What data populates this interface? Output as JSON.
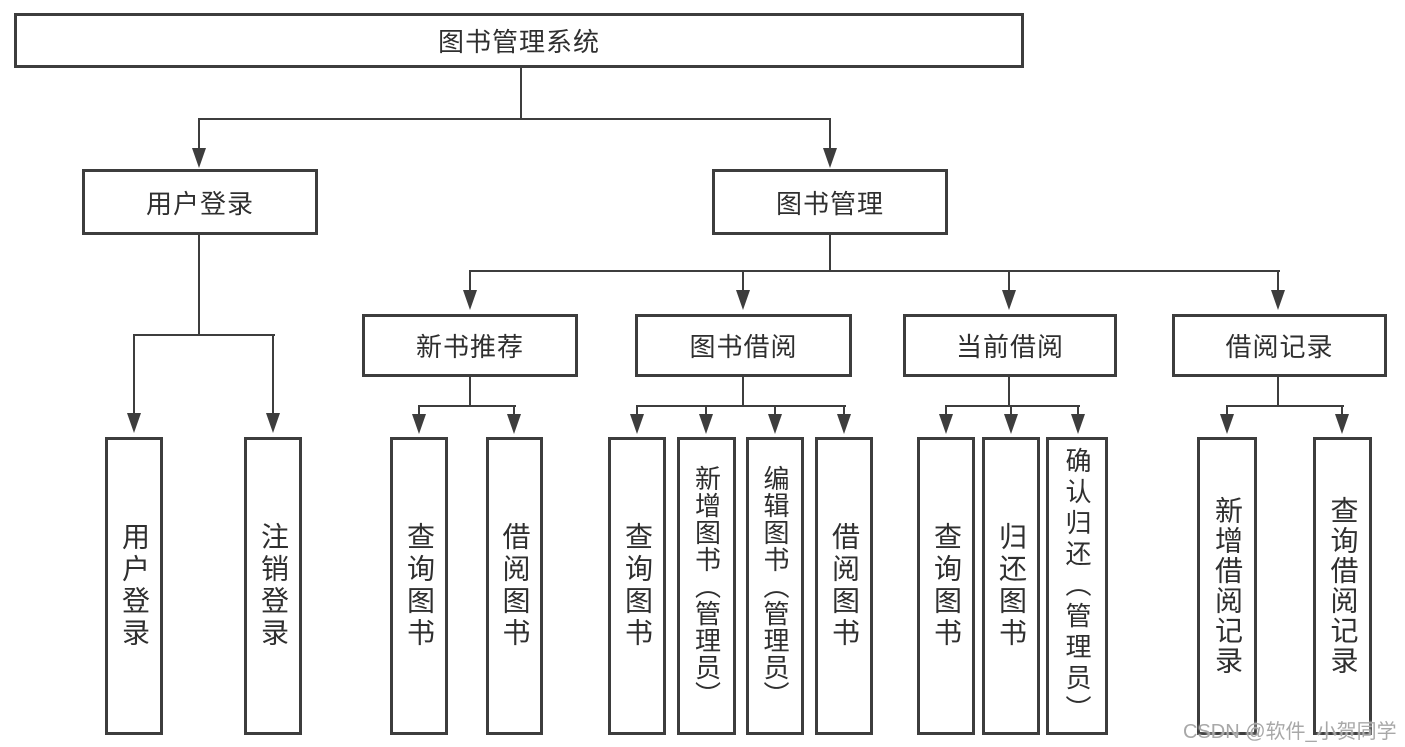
{
  "diagram_title": "图书管理系统",
  "nodes": {
    "root": "图书管理系统",
    "level2": {
      "login": "用户登录",
      "management": "图书管理"
    },
    "level3": {
      "recommend": "新书推荐",
      "borrow": "图书借阅",
      "current": "当前借阅",
      "records": "借阅记录"
    },
    "login_children": [
      "用户登录",
      "注销登录"
    ],
    "recommend_children": [
      "查询图书",
      "借阅图书"
    ],
    "borrow_children": [
      "查询图书",
      "新增图书（管理员）",
      "编辑图书（管理员）",
      "借阅图书"
    ],
    "current_children": [
      "查询图书",
      "归还图书",
      "确认归还（管理员）"
    ],
    "records_children": [
      "新增借阅记录",
      "查询借阅记录"
    ]
  },
  "watermark": "CSDN @软件_小贺同学",
  "colors": {
    "line": "#3d3d3d",
    "text": "#2f2f2f",
    "watermark": "#a8a8a8",
    "background": "#ffffff"
  }
}
